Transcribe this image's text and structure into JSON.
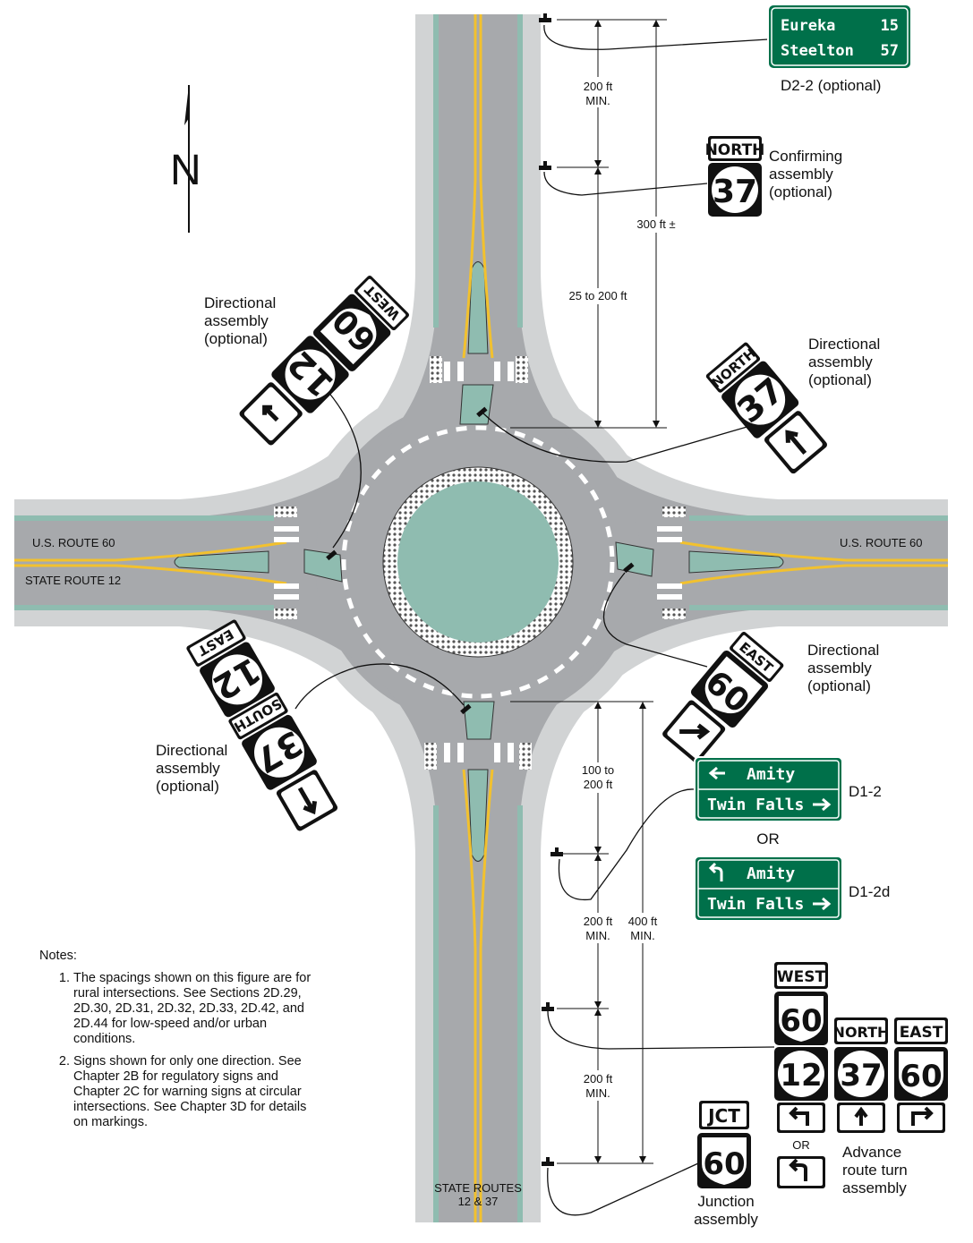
{
  "north_label": "N",
  "roads": {
    "us_route_60_west": "U.S. ROUTE 60",
    "us_route_60_east": "U.S. ROUTE 60",
    "state_route_12": "STATE ROUTE 12",
    "state_routes_bottom_line1": "STATE ROUTES",
    "state_routes_bottom_line2": "12 & 37"
  },
  "dimensions": {
    "d200_top_line1": "200 ft",
    "d200_top_line2": "MIN.",
    "d300": "300 ft ±",
    "d25_200": "25 to 200 ft",
    "d100_200_line1": "100 to",
    "d100_200_line2": "200 ft",
    "d200_mid_line1": "200 ft",
    "d200_mid_line2": "MIN.",
    "d400_line1": "400 ft",
    "d400_line2": "MIN.",
    "d200_low_line1": "200 ft",
    "d200_low_line2": "MIN."
  },
  "signs": {
    "d22": {
      "row1_name": "Eureka",
      "row1_miles": "15",
      "row2_name": "Steelton",
      "row2_miles": "57",
      "caption": "D2-2 (optional)"
    },
    "confirming": {
      "plate": "NORTH",
      "route": "37",
      "caption_l1": "Confirming",
      "caption_l2": "assembly",
      "caption_l3": "(optional)"
    },
    "dir_nw": {
      "route1": "12",
      "plate2": "WEST",
      "route2": "60",
      "caption_l1": "Directional",
      "caption_l2": "assembly",
      "caption_l3": "(optional)"
    },
    "dir_ne": {
      "plate": "NORTH",
      "route": "37",
      "caption_l1": "Directional",
      "caption_l2": "assembly",
      "caption_l3": "(optional)"
    },
    "dir_se": {
      "plate": "EAST",
      "route": "60",
      "caption_l1": "Directional",
      "caption_l2": "assembly",
      "caption_l3": "(optional)"
    },
    "dir_sw": {
      "route1": "37",
      "plate2": "SOUTH",
      "route2": "12",
      "plate3": "EAST",
      "caption_l1": "Directional",
      "caption_l2": "assembly",
      "caption_l3": "(optional)"
    },
    "d12": {
      "row1": "Amity",
      "row2": "Twin Falls",
      "code": "D1-2"
    },
    "or_label": "OR",
    "d12d": {
      "row1": "Amity",
      "row2": "Twin Falls",
      "code": "D1-2d"
    },
    "advance": {
      "plate_west": "WEST",
      "route_60": "60",
      "route_12": "12",
      "plate_north": "NORTH",
      "route_37": "37",
      "plate_east": "EAST",
      "route_60b": "60",
      "or_label": "OR",
      "caption_l1": "Advance",
      "caption_l2": "route turn",
      "caption_l3": "assembly"
    },
    "junction": {
      "plate": "JCT",
      "route": "60",
      "caption_l1": "Junction",
      "caption_l2": "assembly"
    }
  },
  "notes": {
    "title": "Notes:",
    "items": [
      "The spacings shown on this figure are for rural intersections. See Sections 2D.29, 2D.30, 2D.31, 2D.32, 2D.33, 2D.42, and 2D.44 for low-speed and/or urban conditions.",
      "Signs shown for only one direction. See Chapter 2B for regulatory signs and Chapter 2C for warning signs at circular intersections. See Chapter 3D for details on markings."
    ]
  },
  "colors": {
    "pavement": "#a7a9ac",
    "shoulder": "#d1d3d4",
    "island": "#8fbcb0",
    "yellow": "#f2c12e",
    "guide_green": "#00704a"
  }
}
